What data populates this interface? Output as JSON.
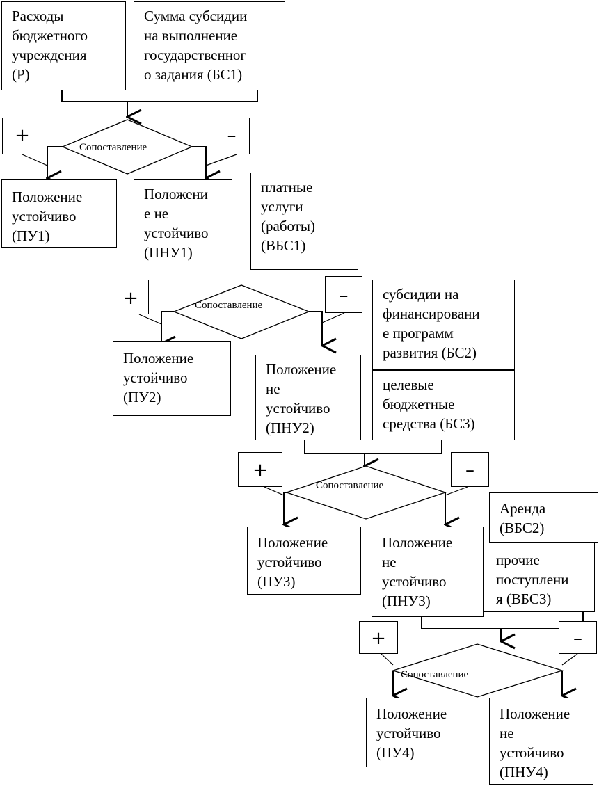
{
  "boxes": {
    "r": "Расходы\nбюджетного\nучреждения\n(Р)",
    "bs1": "Сумма субсидии\nна выполнение\nгосударственног\nо задания (БС1)",
    "pu1": "Положение\nустойчиво\n(ПУ1)",
    "pnu1": "Положени\nе не\nустойчиво\n(ПНУ1)",
    "vbs1": "платные\nуслуги\n(работы)\n(ВБС1)",
    "pu2": "Положение\nустойчиво\n(ПУ2)",
    "pnu2": "Положение\nне\nустойчиво\n(ПНУ2)",
    "bs2": "субсидии на\nфинансировани\nе программ\nразвития (БС2)",
    "bs3": "целевые\nбюджетные\nсредства (БС3)",
    "pu3": "Положение\nустойчиво\n(ПУ3)",
    "pnu3": "Положение\nне\nустойчиво\n(ПНУ3)",
    "vbs2": "Аренда\n(ВБС2)",
    "vbs3": "прочие\nпоступлени\nя (ВБС3)",
    "pu4": "Положение\nустойчиво\n(ПУ4)",
    "pnu4": "Положение\nне\nустойчиво\n(ПНУ4)"
  },
  "decision_label": "Сопоставление",
  "plus_sign": "+",
  "minus_sign": "–"
}
